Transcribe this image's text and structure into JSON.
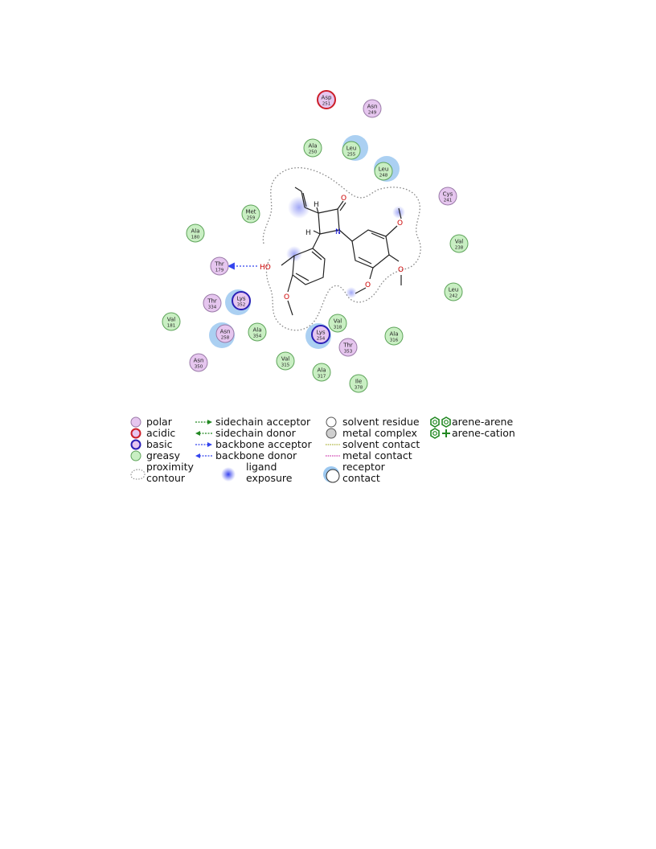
{
  "residues": [
    {
      "id": "asp251",
      "name": "Asp",
      "num": "251",
      "type": "acidic"
    },
    {
      "id": "asn249",
      "name": "Asn",
      "num": "249",
      "type": "polar"
    },
    {
      "id": "ala250",
      "name": "Ala",
      "num": "250",
      "type": "greasy"
    },
    {
      "id": "leu255",
      "name": "Leu",
      "num": "255",
      "type": "greasy",
      "receptor_contact": true
    },
    {
      "id": "leu248",
      "name": "Leu",
      "num": "248",
      "type": "greasy",
      "receptor_contact": true
    },
    {
      "id": "cys241",
      "name": "Cys",
      "num": "241",
      "type": "polar"
    },
    {
      "id": "met259",
      "name": "Met",
      "num": "259",
      "type": "greasy"
    },
    {
      "id": "ala180",
      "name": "Ala",
      "num": "180",
      "type": "greasy"
    },
    {
      "id": "val238",
      "name": "Val",
      "num": "238",
      "type": "greasy"
    },
    {
      "id": "thr179",
      "name": "Thr",
      "num": "179",
      "type": "polar"
    },
    {
      "id": "leu242",
      "name": "Leu",
      "num": "242",
      "type": "greasy"
    },
    {
      "id": "thr334",
      "name": "Thr",
      "num": "334",
      "type": "polar"
    },
    {
      "id": "lys352",
      "name": "Lys",
      "num": "352",
      "type": "basic",
      "receptor_contact": true
    },
    {
      "id": "val181",
      "name": "Val",
      "num": "181",
      "type": "greasy"
    },
    {
      "id": "asn258",
      "name": "Asn",
      "num": "258",
      "type": "polar",
      "receptor_contact": true
    },
    {
      "id": "ala354",
      "name": "Ala",
      "num": "354",
      "type": "greasy"
    },
    {
      "id": "lys254",
      "name": "Lys",
      "num": "254",
      "type": "basic",
      "receptor_contact": true
    },
    {
      "id": "val318",
      "name": "Val",
      "num": "318",
      "type": "greasy"
    },
    {
      "id": "ala316",
      "name": "Ala",
      "num": "316",
      "type": "greasy"
    },
    {
      "id": "thr353",
      "name": "Thr",
      "num": "353",
      "type": "polar"
    },
    {
      "id": "asn350",
      "name": "Asn",
      "num": "350",
      "type": "polar"
    },
    {
      "id": "val315",
      "name": "Val",
      "num": "315",
      "type": "greasy"
    },
    {
      "id": "ala317",
      "name": "Ala",
      "num": "317",
      "type": "greasy"
    },
    {
      "id": "ile378",
      "name": "Ile",
      "num": "378",
      "type": "greasy"
    }
  ],
  "interactions": [
    {
      "from": "HO",
      "to": "Thr 179",
      "kind": "backbone acceptor"
    }
  ],
  "atom_labels": {
    "oxygen": "O",
    "nitrogen": "N",
    "hydrogen": "H",
    "hydroxyl": "HO"
  },
  "colors": {
    "polar_fill": "#e6c6ef",
    "polar_stroke": "#9a7aa8",
    "acidic_stroke": "#cc1f2a",
    "basic_stroke": "#2a1fb5",
    "greasy_fill": "#c9efc3",
    "greasy_stroke": "#5ea45a",
    "exposure": "#5560ee",
    "receptor_contact": "#9cc8f0",
    "backbone_arrow": "#3344ee",
    "sidechain_arrow": "#228822",
    "solvent_contact": "#aab030",
    "metal_contact": "#cc33aa"
  },
  "legend": {
    "polar": "polar",
    "acidic": "acidic",
    "basic": "basic",
    "greasy": "greasy",
    "proximity_1": "proximity",
    "proximity_2": "contour",
    "sidechain_acceptor": "sidechain acceptor",
    "sidechain_donor": "sidechain donor",
    "backbone_acceptor": "backbone acceptor",
    "backbone_donor": "backbone donor",
    "ligand_1": "ligand",
    "ligand_2": "exposure",
    "solvent_residue": "solvent residue",
    "metal_complex": "metal complex",
    "solvent_contact": "solvent contact",
    "metal_contact": "metal contact",
    "receptor_1": "receptor",
    "receptor_2": "contact",
    "arene_arene": "arene-arene",
    "arene_cation": "arene-cation"
  }
}
